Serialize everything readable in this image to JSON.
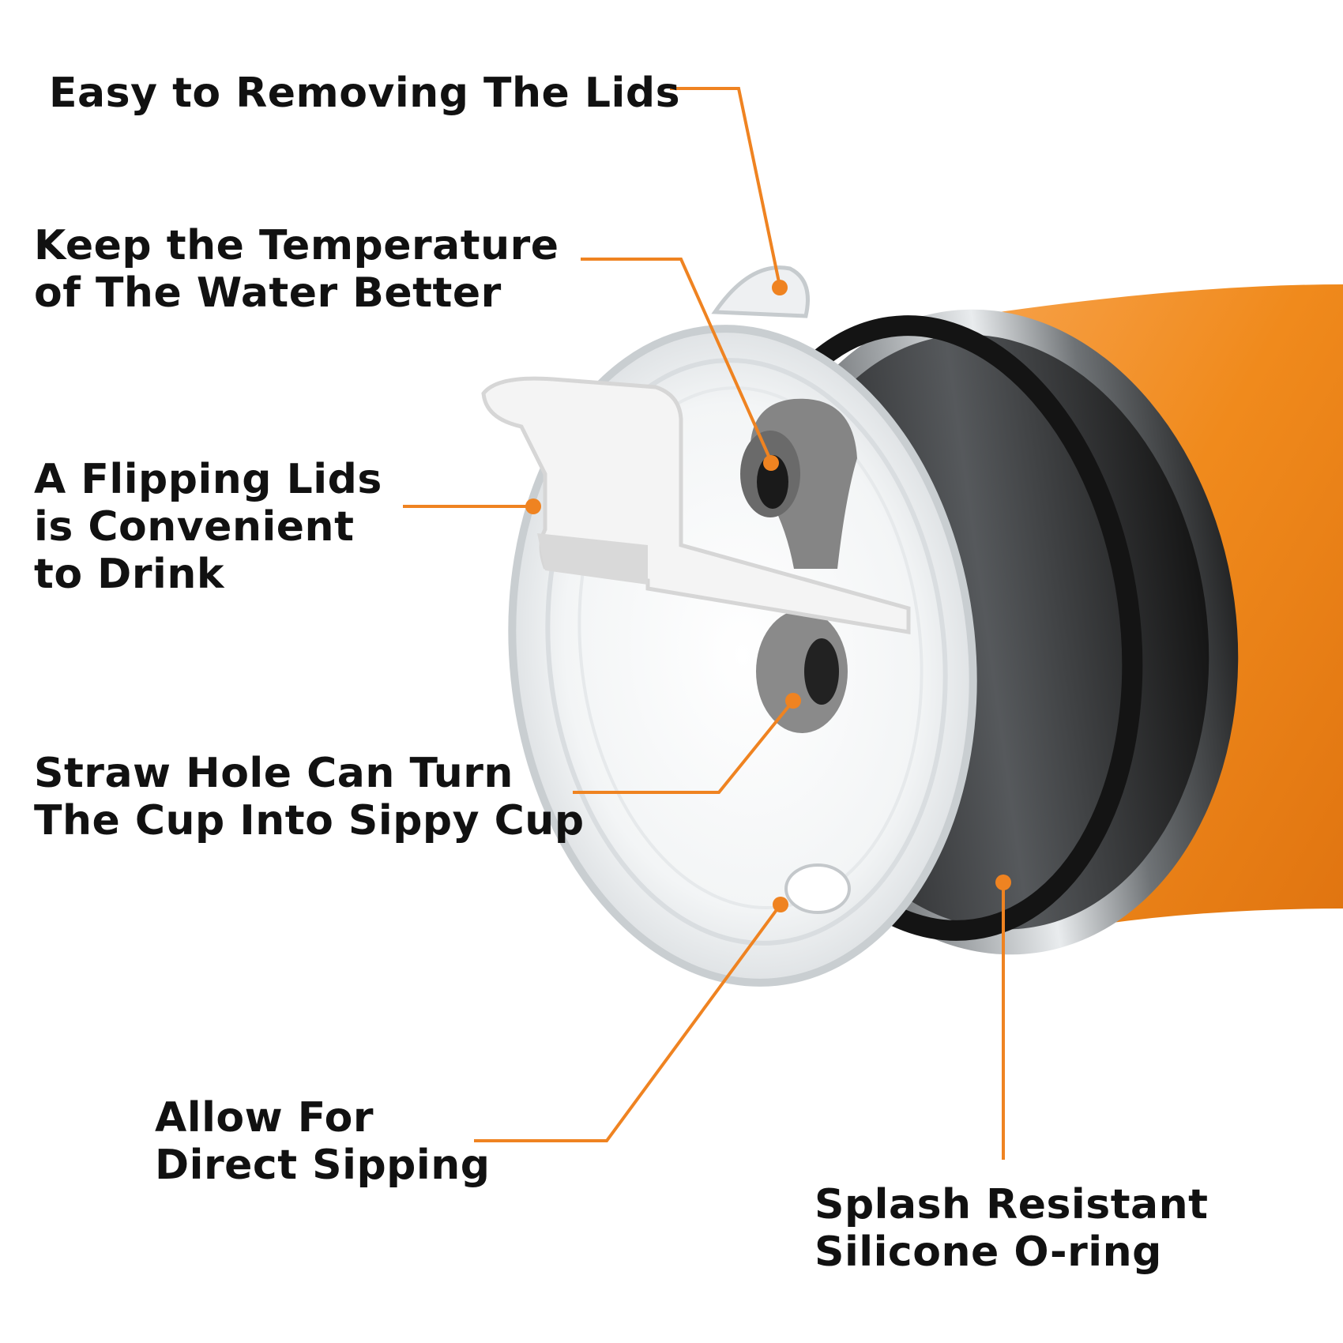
{
  "colors": {
    "accent": "#ef8321",
    "cup_orange": "#f08a1c",
    "text": "#111111",
    "steel": "#8a8d90",
    "silicone": "#7d7d7d"
  },
  "callouts": {
    "remove_lids": {
      "lines": [
        "Easy to Removing The Lids"
      ]
    },
    "temperature": {
      "lines": [
        "Keep the Temperature",
        "of The Water Better"
      ]
    },
    "flipping_lid": {
      "lines": [
        "A Flipping Lids",
        "is Convenient",
        "to Drink"
      ]
    },
    "straw_hole": {
      "lines": [
        "Straw Hole Can Turn",
        "The Cup Into Sippy Cup"
      ]
    },
    "direct_sipping": {
      "lines": [
        "Allow For",
        "Direct Sipping"
      ]
    },
    "o_ring": {
      "lines": [
        "Splash Resistant",
        "Silicone O-ring"
      ]
    }
  }
}
